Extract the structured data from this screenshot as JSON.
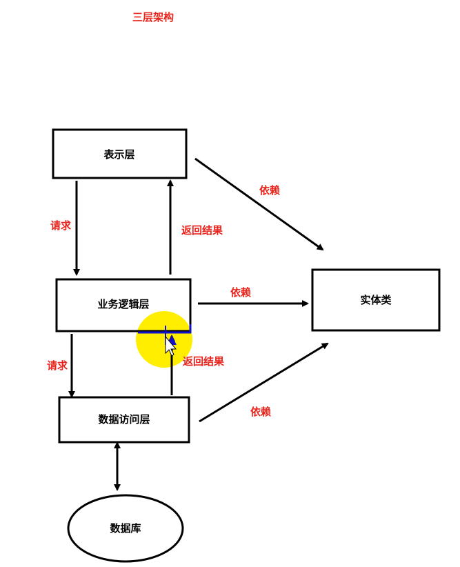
{
  "title": "三层架构",
  "nodes": {
    "presentation": "表示层",
    "business": "业务逻辑层",
    "data_access": "数据访问层",
    "entity": "实体类",
    "database": "数据库"
  },
  "edges": {
    "request_1": "请求",
    "return_1": "返回结果",
    "depend_1": "依赖",
    "depend_2": "依赖",
    "request_2": "请求",
    "return_2": "返回结果",
    "depend_3": "依赖"
  },
  "colors": {
    "label": "#e8241c",
    "highlight": "#ffee00",
    "selection": "#1010d0"
  }
}
